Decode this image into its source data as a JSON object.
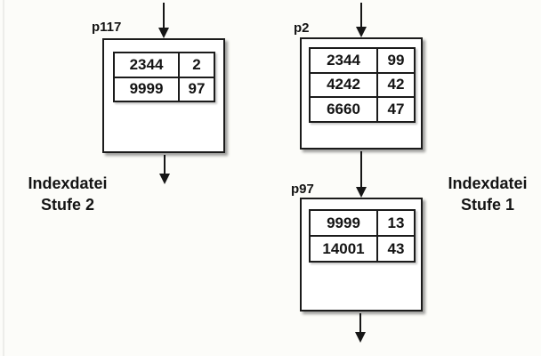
{
  "captions": {
    "left": {
      "line1": "Indexdatei",
      "line2": "Stufe 2"
    },
    "right": {
      "line1": "Indexdatei",
      "line2": "Stufe 1"
    }
  },
  "nodes": [
    {
      "label": "p117",
      "rows": [
        [
          "2344",
          "2"
        ],
        [
          "9999",
          "97"
        ]
      ]
    },
    {
      "label": "p2",
      "rows": [
        [
          "2344",
          "99"
        ],
        [
          "4242",
          "42"
        ],
        [
          "6660",
          "47"
        ]
      ]
    },
    {
      "label": "p97",
      "rows": [
        [
          "9999",
          "13"
        ],
        [
          "14001",
          "43"
        ]
      ]
    }
  ]
}
